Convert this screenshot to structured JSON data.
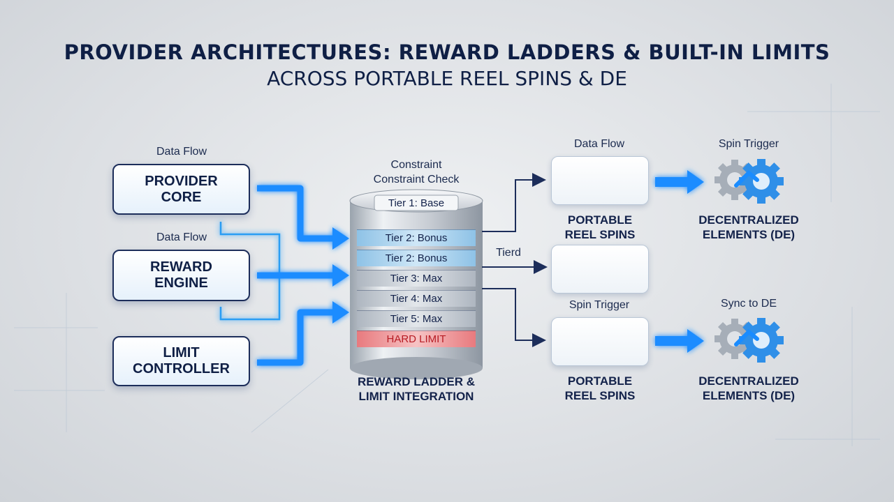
{
  "title": "PROVIDER ARCHITECTURES: REWARD LADDERS & BUILT-IN LIMITS",
  "subtitle": "ACROSS PORTABLE REEL SPINS & DE",
  "inputs": [
    {
      "label": "Data Flow",
      "text": "PROVIDER\nCORE"
    },
    {
      "label": "Data Flow",
      "text": "REWARD\nENGINE"
    },
    {
      "label": "",
      "text": "LIMIT\nCONTROLLER"
    }
  ],
  "ladder": {
    "top_label": "Constraint\nConstraint Check",
    "tiers": [
      "Tier 1: Base",
      "Tier 2: Bonus",
      "Tier 2: Bonus",
      "Tier 3: Max",
      "Tier 4: Max",
      "Tier 5: Max",
      "HARD LIMIT"
    ],
    "caption": "REWARD LADDER &\nLIMIT INTEGRATION"
  },
  "branch_label": "Tierd",
  "reels": [
    {
      "label": "Data Flow",
      "caption": "PORTABLE\nREEL SPINS"
    },
    {
      "label": "",
      "caption": ""
    },
    {
      "label": "Spin Trigger",
      "caption": "PORTABLE\nREEL SPINS"
    }
  ],
  "de_nodes": [
    {
      "label": "Spin Trigger",
      "caption": "DECENTRALIZED\nELEMENTS (DE)"
    },
    {
      "label": "Sync to DE",
      "caption": "DECENTRALIZED\nELEMENTS (DE)"
    }
  ],
  "colors": {
    "navy": "#0f1f45",
    "glow_blue": "#1a8cff",
    "tier_blue": "#a9d3f0",
    "tier_grey": "#c9cfd7",
    "hard_limit": "#e0575c",
    "gear_blue": "#2f8fe8",
    "gear_grey": "#9aa4b0"
  }
}
